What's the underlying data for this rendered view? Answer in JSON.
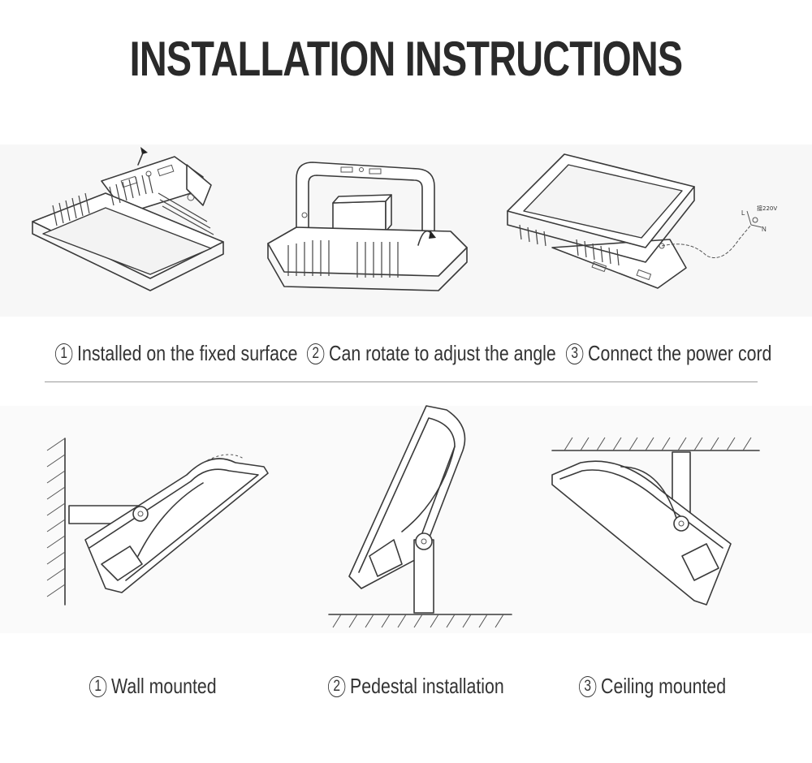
{
  "title": "INSTALLATION INSTRUCTIONS",
  "top_steps": [
    {
      "num": "1",
      "label": "Installed on the fixed surface"
    },
    {
      "num": "2",
      "label": "Can rotate to adjust the angle"
    },
    {
      "num": "3",
      "label": "Connect the power cord"
    }
  ],
  "wiring": {
    "l": "L",
    "n": "N",
    "voltage": "接220V"
  },
  "bottom_steps": [
    {
      "num": "1",
      "label": "Wall mounted"
    },
    {
      "num": "2",
      "label": "Pedestal installation"
    },
    {
      "num": "3",
      "label": "Ceiling mounted"
    }
  ],
  "icons": [
    "arrow-up-icon",
    "rotate-arrow-icon",
    "hatched-surface-icon"
  ]
}
